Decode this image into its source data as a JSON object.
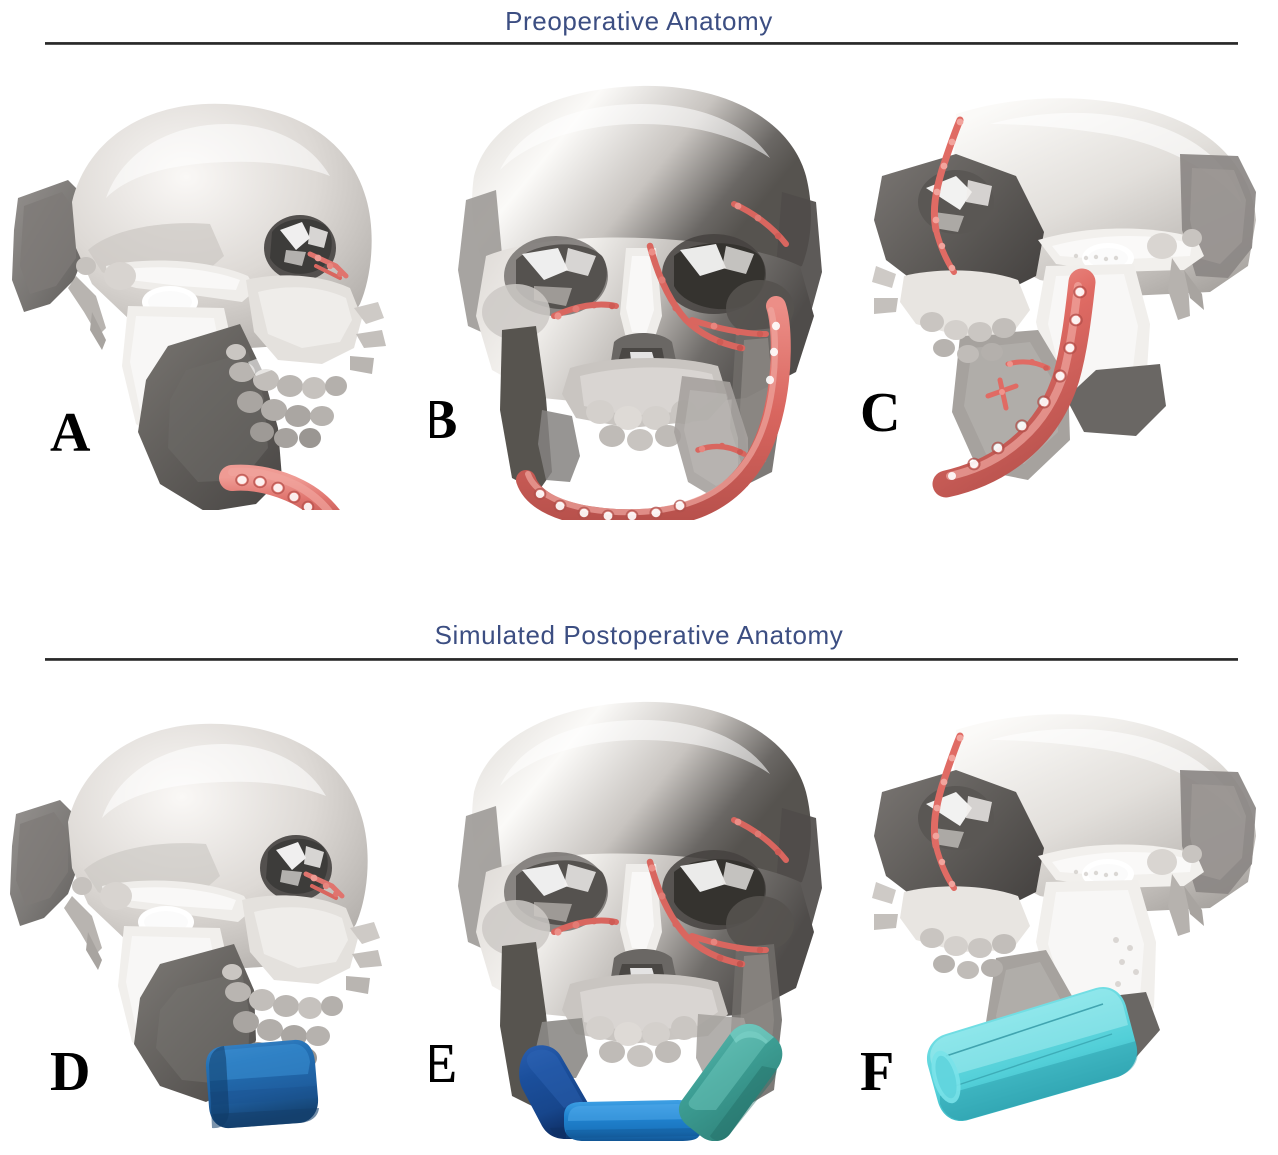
{
  "figure": {
    "type": "medical-3d-ct-figure",
    "caption_rows": 2,
    "panel_count": 6
  },
  "sections": [
    {
      "id": "preoperative",
      "title": "Preoperative Anatomy",
      "title_color": "#3c4e82",
      "panels": [
        {
          "label": "A",
          "view": "lateral-right",
          "description": "Lateral 3D CT reconstruction of skull with resected mandibular segment and red patient-specific reconstruction plate along inferior border",
          "hardware_color": "#e0746e",
          "bone_light_color": "#e8e4e0",
          "bone_shadow_color": "#6b6b6b",
          "graft_segments": []
        },
        {
          "label": "B",
          "view": "anterior-frontal",
          "description": "Frontal 3D CT reconstruction showing full mandibular arch reconstruction plate and midface / orbital rim plates in red",
          "hardware_color": "#d9665f",
          "bone_light_color": "#e8e4e0",
          "bone_shadow_color": "#5e5e5e",
          "graft_segments": []
        },
        {
          "label": "C",
          "view": "lateral-left",
          "description": "Opposite lateral 3D CT reconstruction with prominent red mandibular reconstruction plate and orbital/zygomatic plates",
          "hardware_color": "#e06b64",
          "bone_light_color": "#eceae6",
          "bone_shadow_color": "#636363",
          "graft_segments": []
        }
      ]
    },
    {
      "id": "postoperative",
      "title": "Simulated Postoperative Anatomy",
      "title_color": "#3c4e82",
      "panels": [
        {
          "label": "D",
          "view": "lateral-right",
          "description": "Lateral simulated postoperative view with single dark blue fibula free flap segment in place of resected mandible",
          "hardware_color": "#e0746e",
          "bone_light_color": "#e8e4e0",
          "bone_shadow_color": "#6b6b6b",
          "graft_segments": [
            {
              "name": "fibula-segment-1",
              "color": "#1f5fa0"
            }
          ]
        },
        {
          "label": "E",
          "view": "anterior-frontal",
          "description": "Frontal simulated postoperative view showing three osteotomized fibula segments reconstructing the mandibular arch",
          "hardware_color": "#d9665f",
          "bone_light_color": "#e8e4e0",
          "bone_shadow_color": "#5e5e5e",
          "graft_segments": [
            {
              "name": "fibula-segment-1",
              "color": "#17468c"
            },
            {
              "name": "fibula-segment-2",
              "color": "#2083d0"
            },
            {
              "name": "fibula-segment-3",
              "color": "#3d9e94"
            }
          ]
        },
        {
          "label": "F",
          "view": "lateral-left",
          "description": "Opposite lateral simulated postoperative view with cyan fibula free flap segment spanning the mandibular defect",
          "hardware_color": "#e06b64",
          "bone_light_color": "#eceae6",
          "bone_shadow_color": "#636363",
          "graft_segments": [
            {
              "name": "fibula-segment-1",
              "color": "#52cfd8"
            },
            {
              "name": "fibula-segment-2",
              "color": "#1f5fa0"
            }
          ]
        }
      ]
    }
  ],
  "palette": {
    "background": "#ffffff",
    "heading_blue": "#3c4e82",
    "rule_dark": "#1d1d1d",
    "plate_red": "#d9665f",
    "plate_red_light": "#e89a93",
    "bone_highlight": "#f4f1ed",
    "bone_mid": "#c9c5c0",
    "bone_shadow": "#585858",
    "graft_navy": "#17468c",
    "graft_blue": "#2083d0",
    "graft_teal": "#3d9e94",
    "graft_cyan": "#52cfd8",
    "label_black": "#000000"
  }
}
